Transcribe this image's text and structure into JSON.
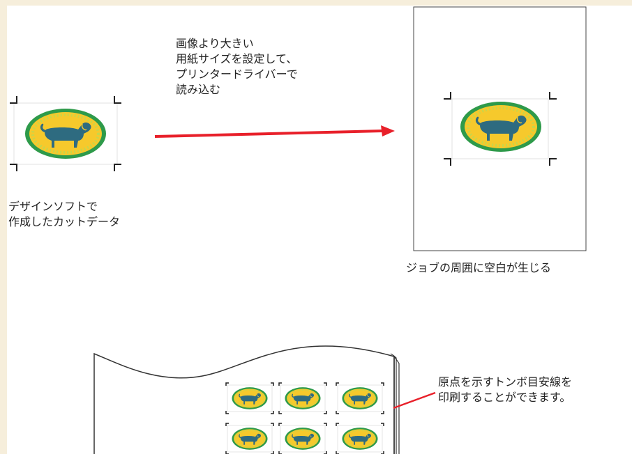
{
  "colors": {
    "background": "#f6eedb",
    "arrow": "#e8202a",
    "logo_oval_outer": "#2e9a4a",
    "logo_oval_fill": "#f6c92c",
    "logo_dots": "#c8d64a",
    "logo_dog": "#2e6b80",
    "connector_line": "#e8202a"
  },
  "labels": {
    "arrow_instruction": "画像より大きい\n用紙サイズを設定して、\nプリンタードライバーで\n読み込む",
    "cut_data_caption": "デザインソフトで\n作成したカットデータ",
    "job_caption": "ジョブの周囲に空白が生じる",
    "register_marks_note": "原点を示すトンボ目安線を\n印刷することができます。"
  },
  "icons": {
    "logo": "dog-in-oval-logo",
    "crop_marks": "crop-mark-icon"
  }
}
